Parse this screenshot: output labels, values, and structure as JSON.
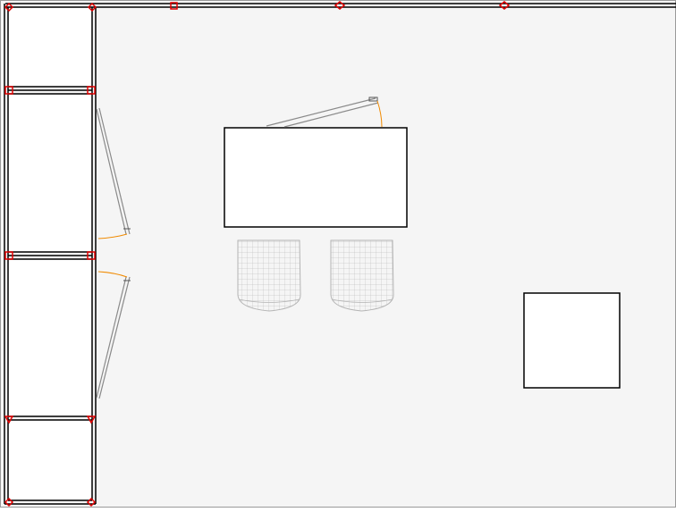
{
  "plan": {
    "colors": {
      "background": "#f5f5f5",
      "wall": "#000000",
      "wall_fill": "#ffffff",
      "joint_marker": "#e00000",
      "door_leaf": "#8a8a8a",
      "door_swing_arc": "#f08a00",
      "chair_mesh": "#b4b4b4",
      "furniture_outline": "#000000"
    },
    "icons": {
      "wall_joint": "red-square-marker",
      "door": "swing-door-icon",
      "chair": "wireframe-chair-icon"
    },
    "room_count": 5,
    "door_count": 3,
    "chair_count": 2,
    "furniture_count": 2
  }
}
